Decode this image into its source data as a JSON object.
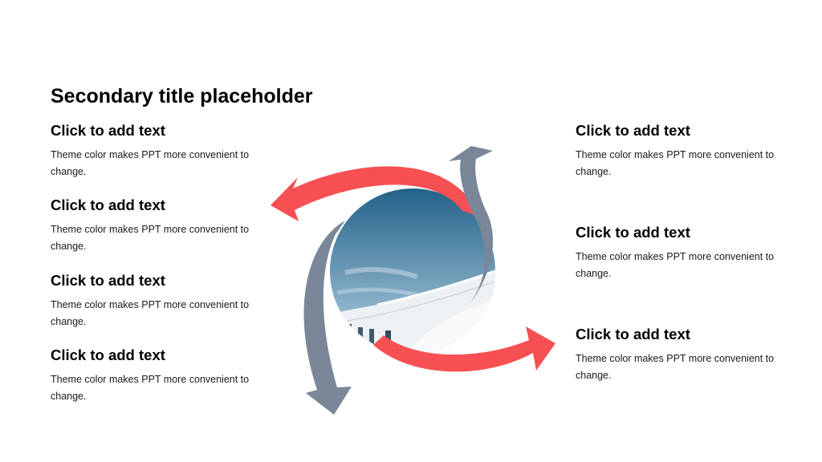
{
  "slide": {
    "title": "Secondary title placeholder",
    "left_items": [
      {
        "heading": "Click to add text",
        "body": "Theme color makes PPT more convenient to change."
      },
      {
        "heading": "Click to add text",
        "body": "Theme color makes PPT more convenient to change."
      },
      {
        "heading": "Click to add text",
        "body": "Theme color makes PPT more convenient to change."
      },
      {
        "heading": "Click to add text",
        "body": "Theme color makes PPT more convenient to change."
      }
    ],
    "right_items": [
      {
        "heading": "Click to add text",
        "body": "Theme color makes PPT more convenient to change."
      },
      {
        "heading": "Click to add text",
        "body": "Theme color makes PPT more convenient to change."
      },
      {
        "heading": "Click to add text",
        "body": "Theme color makes PPT more convenient to change."
      }
    ]
  },
  "colors": {
    "accent_red": "#f75052",
    "accent_slate": "#7a8799",
    "sky_top": "#1f5f86",
    "sky_bottom": "#bcd6e8",
    "building": "#eef1f4"
  },
  "icons": {
    "center_image": "building-photo",
    "arrows": [
      "curved-arrow-red",
      "curved-arrow-slate"
    ]
  }
}
